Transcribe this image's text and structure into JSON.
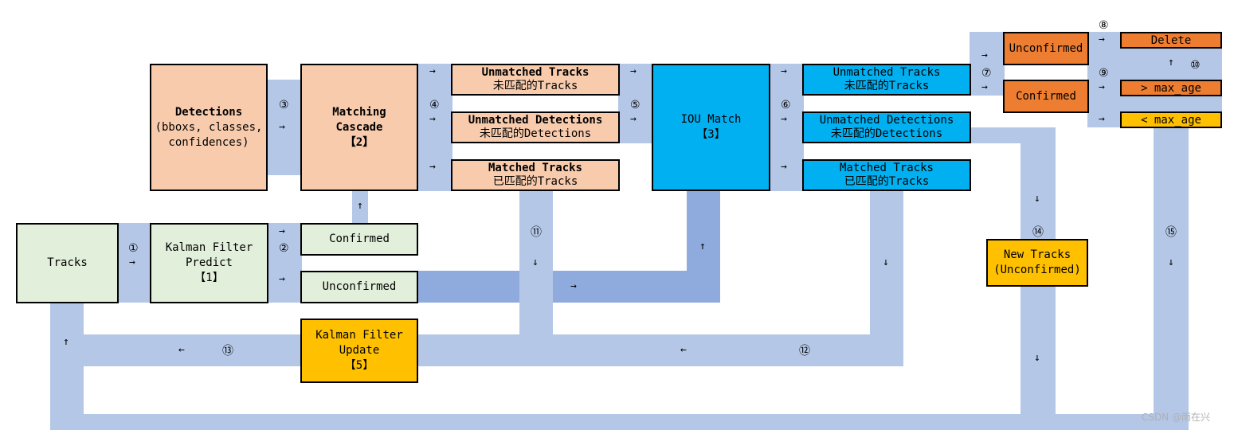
{
  "boxes": {
    "detections": {
      "title": "Detections",
      "line2": "(bboxs, classes,",
      "line3": "confidences)"
    },
    "matching_cascade": {
      "line1": "Matching",
      "line2": "Cascade",
      "line3": "【2】"
    },
    "unmatched_tracks_1": {
      "en": "Unmatched Tracks",
      "cn": "未匹配的Tracks"
    },
    "unmatched_detections_1": {
      "en": "Unmatched Detections",
      "cn": "未匹配的Detections"
    },
    "matched_tracks_1": {
      "en": "Matched Tracks",
      "cn": "已匹配的Tracks"
    },
    "iou_match": {
      "line1": "IOU Match",
      "line2": "【3】"
    },
    "unmatched_tracks_2": {
      "en": "Unmatched Tracks",
      "cn": "未匹配的Tracks"
    },
    "unmatched_detections_2": {
      "en": "Unmatched Detections",
      "cn": "未匹配的Detections"
    },
    "matched_tracks_2": {
      "en": "Matched Tracks",
      "cn": "已匹配的Tracks"
    },
    "unconfirmed_top": "Unconfirmed",
    "confirmed_top": "Confirmed",
    "delete": "Delete",
    "gt_max_age": "> max_age",
    "lt_max_age": "< max_age",
    "tracks": "Tracks",
    "kalman_predict": {
      "line1": "Kalman Filter",
      "line2": "Predict",
      "line3": "【1】"
    },
    "confirmed_mid": "Confirmed",
    "unconfirmed_mid": "Unconfirmed",
    "new_tracks": {
      "line1": "New Tracks",
      "line2": "(Unconfirmed)"
    },
    "kalman_update": {
      "line1": "Kalman Filter",
      "line2": "Update",
      "line3": "【5】"
    }
  },
  "steps": {
    "s1": "①",
    "s2": "②",
    "s3": "③",
    "s4": "④",
    "s5": "⑤",
    "s6": "⑥",
    "s7": "⑦",
    "s8": "⑧",
    "s9": "⑨",
    "s10": "⑩",
    "s11": "⑪",
    "s12": "⑫",
    "s13": "⑬",
    "s14": "⑭",
    "s15": "⑮"
  },
  "glyphs": {
    "right": "→",
    "left": "←",
    "up": "↑",
    "down": "↓"
  },
  "watermark": "CSDN @雨在兴",
  "colors": {
    "flow": "#b4c7e7",
    "flow_dark": "#8faadc",
    "peach": "#f8cbad",
    "green": "#e2efda",
    "blue": "#00b0f0",
    "orange": "#ed7d31",
    "yellow": "#ffc000"
  }
}
